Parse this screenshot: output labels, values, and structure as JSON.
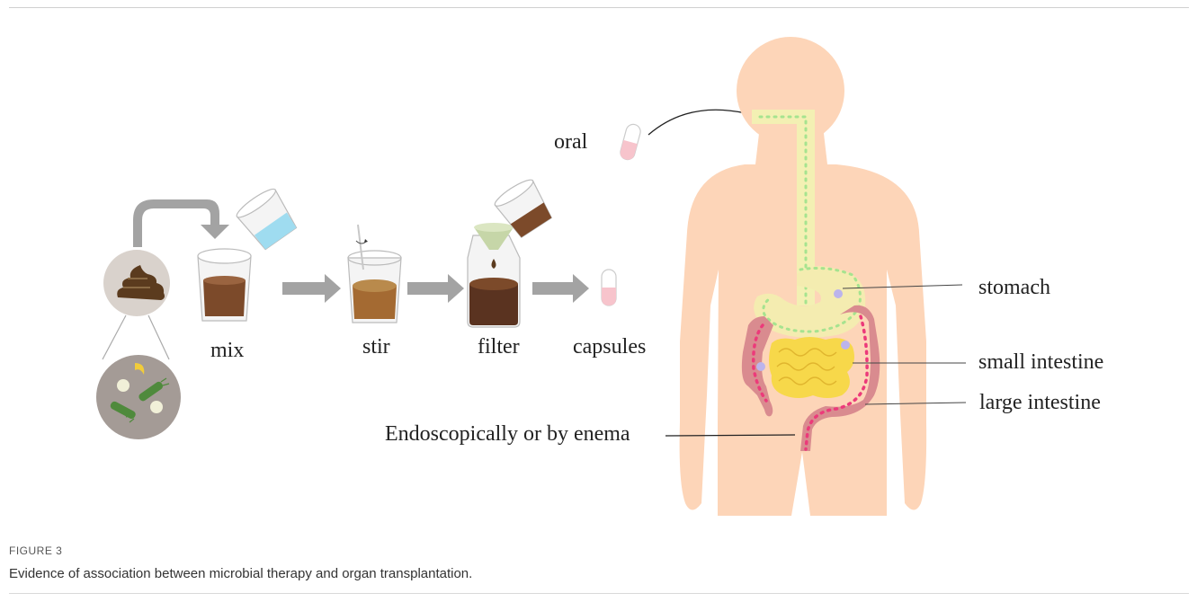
{
  "figure": {
    "label": "FIGURE 3",
    "caption": "Evidence of association between microbial therapy and organ transplantation."
  },
  "steps": {
    "mix": "mix",
    "stir": "stir",
    "filter": "filter",
    "capsules": "capsules"
  },
  "routes": {
    "oral": "oral",
    "endoscopic": "Endoscopically or by enema"
  },
  "organs": {
    "stomach": "stomach",
    "small_intestine": "small intestine",
    "large_intestine": "large intestine"
  },
  "colors": {
    "skin": "#fdd5b8",
    "esophagus": "#f3f0b3",
    "esophagus_dots": "#a6e38f",
    "stomach": "#f4ecb0",
    "small_intestine": "#f7d84a",
    "large_intestine": "#d98b8f",
    "large_intestine_dots": "#ec3a7a",
    "stool": "#5b3b1e",
    "arrow": "#a3a3a3",
    "liquid_brown": "#7c4a2a",
    "water": "#9fdcf0",
    "funnel": "#c6d6a8",
    "capsule": "#f7c4cc"
  }
}
